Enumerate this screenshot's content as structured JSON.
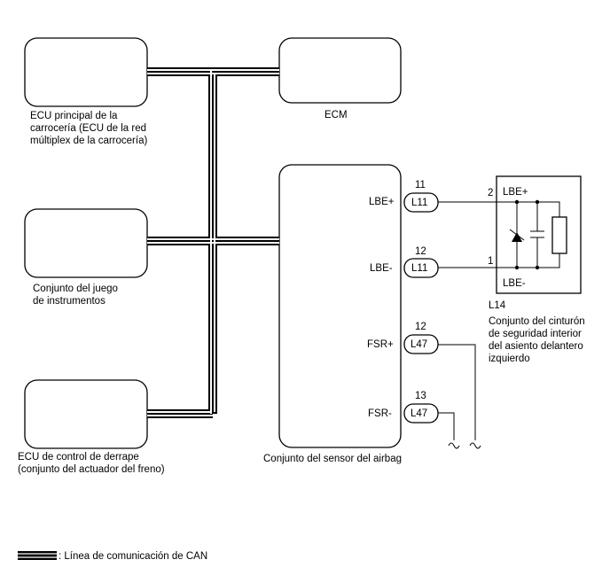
{
  "ecus": {
    "body_ecu": {
      "line1": "ECU principal de la",
      "line2": "carrocería (ECU de la red",
      "line3": "múltiplex de la carrocería)"
    },
    "ecm": {
      "name": "ECM"
    },
    "meter": {
      "line1": "Conjunto del juego",
      "line2": "de instrumentos"
    },
    "skid": {
      "line1": "ECU de control de derrape",
      "line2": "(conjunto del actuador del freno)"
    },
    "airbag": {
      "name": "Conjunto del sensor del airbag"
    }
  },
  "airbag_terminals": [
    {
      "name": "LBE+",
      "pin": "11",
      "connector": "L11"
    },
    {
      "name": "LBE-",
      "pin": "12",
      "connector": "L11"
    },
    {
      "name": "FSR+",
      "pin": "12",
      "connector": "L47"
    },
    {
      "name": "FSR-",
      "pin": "13",
      "connector": "L47"
    }
  ],
  "buckle_switch": {
    "connector": "L14",
    "pin_plus": "2",
    "pin_minus": "1",
    "term_plus": "LBE+",
    "term_minus": "LBE-",
    "line1": "Conjunto del cinturón",
    "line2": "de seguridad interior",
    "line3": "del asiento delantero",
    "line4": "izquierdo"
  },
  "legend": {
    "text": ": Línea de comunicación de CAN"
  }
}
